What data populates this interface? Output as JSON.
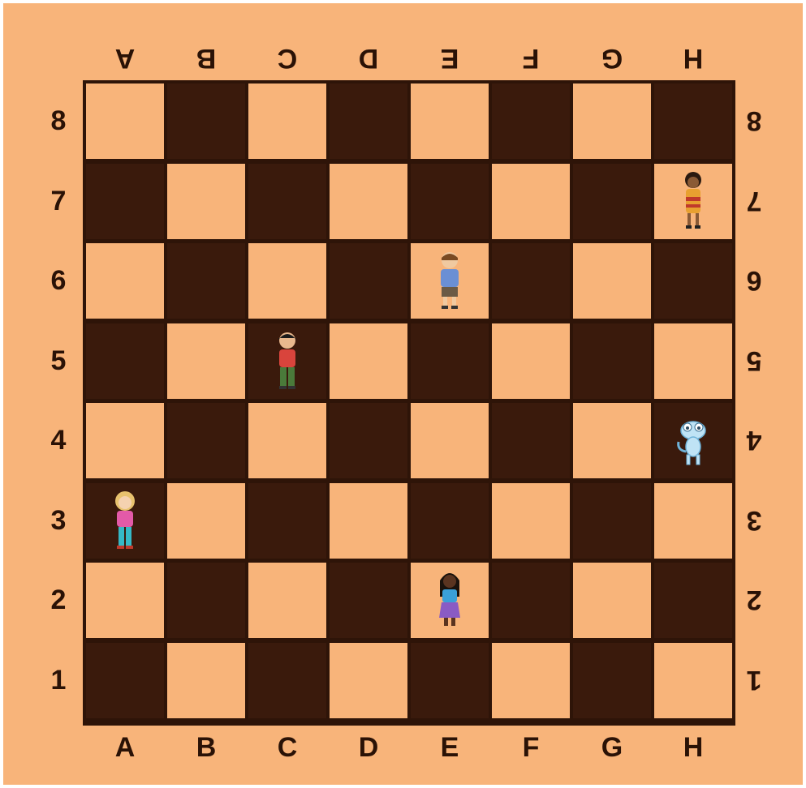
{
  "board": {
    "files": [
      "A",
      "B",
      "C",
      "D",
      "E",
      "F",
      "G",
      "H"
    ],
    "ranks": [
      "8",
      "7",
      "6",
      "5",
      "4",
      "3",
      "2",
      "1"
    ],
    "colors": {
      "light": "#f8b47a",
      "dark": "#3a1a0c",
      "frame": "#f8b47a"
    }
  },
  "pieces": [
    {
      "square": "H7",
      "icon": "girl-orange-dress-icon"
    },
    {
      "square": "E6",
      "icon": "boy-blue-shirt-icon"
    },
    {
      "square": "C5",
      "icon": "boy-red-shirt-icon"
    },
    {
      "square": "H4",
      "icon": "lizard-icon"
    },
    {
      "square": "A3",
      "icon": "girl-pink-shirt-icon"
    },
    {
      "square": "E2",
      "icon": "girl-blue-top-icon"
    }
  ]
}
